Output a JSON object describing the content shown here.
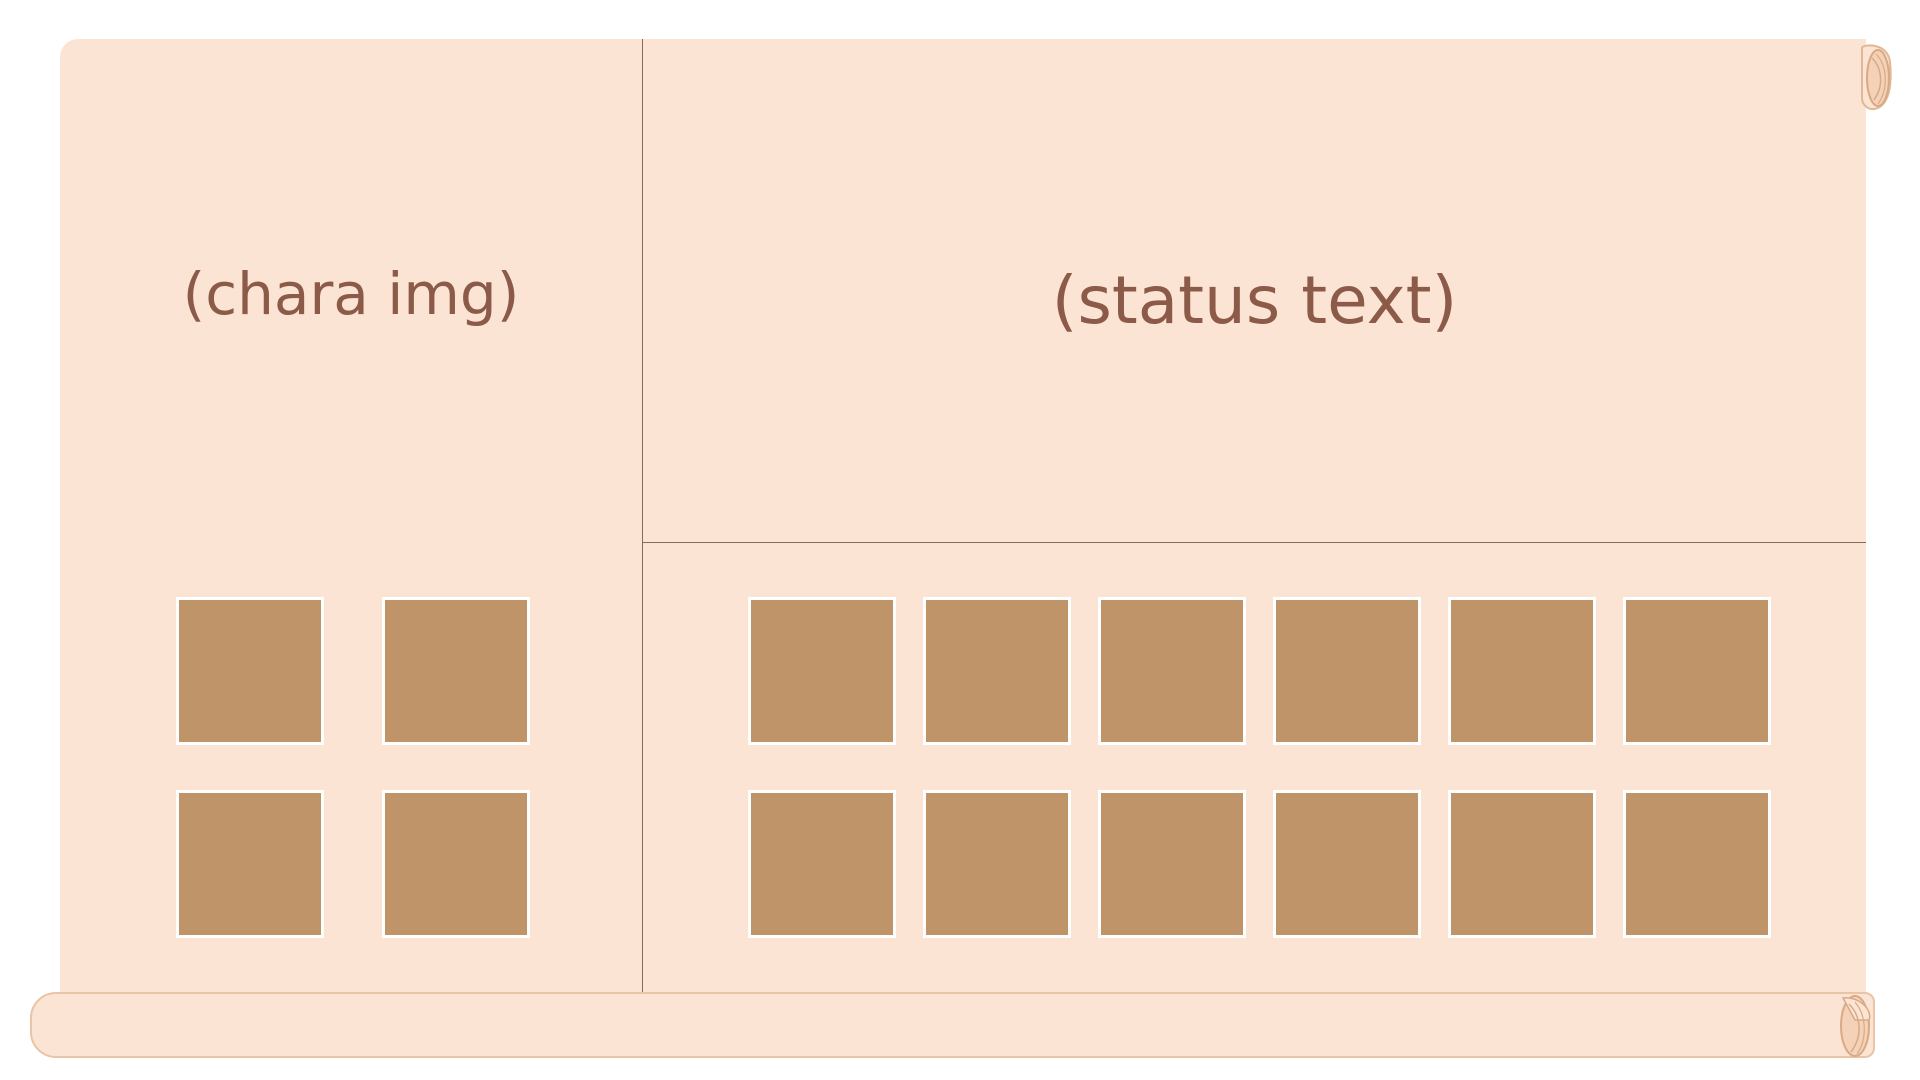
{
  "character_panel": {
    "image_placeholder": "(chara img)",
    "slots": [
      {
        "slot_index": 1
      },
      {
        "slot_index": 2
      },
      {
        "slot_index": 3
      },
      {
        "slot_index": 4
      }
    ]
  },
  "status_panel": {
    "text_placeholder": "(status text)"
  },
  "inventory_panel": {
    "rows": 2,
    "columns": 6,
    "slots": [
      {
        "slot_index": 1
      },
      {
        "slot_index": 2
      },
      {
        "slot_index": 3
      },
      {
        "slot_index": 4
      },
      {
        "slot_index": 5
      },
      {
        "slot_index": 6
      },
      {
        "slot_index": 7
      },
      {
        "slot_index": 8
      },
      {
        "slot_index": 9
      },
      {
        "slot_index": 10
      },
      {
        "slot_index": 11
      },
      {
        "slot_index": 12
      }
    ]
  },
  "colors": {
    "parchment": "#fce4d4",
    "slot_fill": "#bf9468",
    "text": "#8c5a48",
    "divider": "#8a6a5a"
  }
}
